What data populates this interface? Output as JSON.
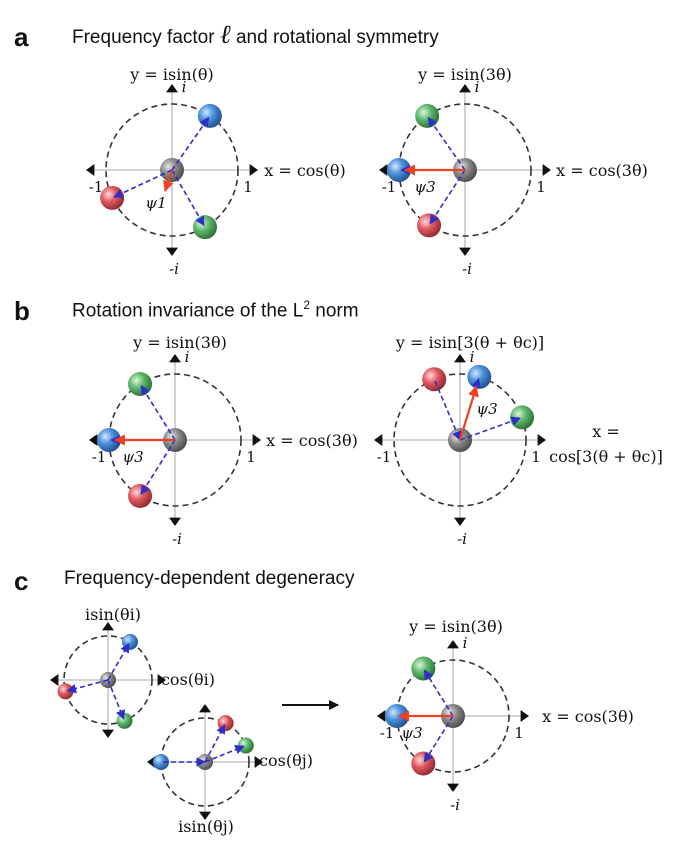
{
  "panels": {
    "a": {
      "letter": "a",
      "title_prefix": "Frequency factor",
      "title_symbol": "ℓ",
      "title_suffix": "and rotational symmetry",
      "left": {
        "y_label": "y = isin(θ)",
        "x_label": "x = cos(θ)",
        "psi": "ψ1"
      },
      "right": {
        "y_label": "y = isin(3θ)",
        "x_label": "x = cos(3θ)",
        "psi": "ψ3"
      }
    },
    "b": {
      "letter": "b",
      "title_prefix": "Rotation invariance of the L",
      "title_sup": "2",
      "title_suffix": "norm",
      "left": {
        "y_label": "y = isin(3θ)",
        "x_label": "x = cos(3θ)",
        "psi": "ψ3"
      },
      "right": {
        "y_label": "y = isin[3(θ + θc)]",
        "x_label_line1": "x =",
        "x_label_line2": "cos[3(θ + θc)]",
        "psi": "ψ3"
      }
    },
    "c": {
      "letter": "c",
      "title": "Frequency-dependent degeneracy",
      "small_i": {
        "y_label": "isin(θi)",
        "x_label": "cos(θi)"
      },
      "small_j": {
        "y_label": "isin(θj)",
        "x_label": "cos(θj)"
      },
      "result": {
        "y_label": "y = isin(3θ)",
        "x_label": "x = cos(3θ)",
        "psi": "ψ3"
      }
    }
  },
  "axis_ticks": {
    "pos_real": "1",
    "neg_real": "-1",
    "pos_imag": "i",
    "neg_imag": "-i"
  },
  "colors": {
    "blue": "#4a90d9",
    "green": "#5cb86a",
    "red": "#e0585f",
    "gray": "#8a8a8a",
    "arrow_blue": "#2e2ec8",
    "arrow_red": "#f04020"
  }
}
